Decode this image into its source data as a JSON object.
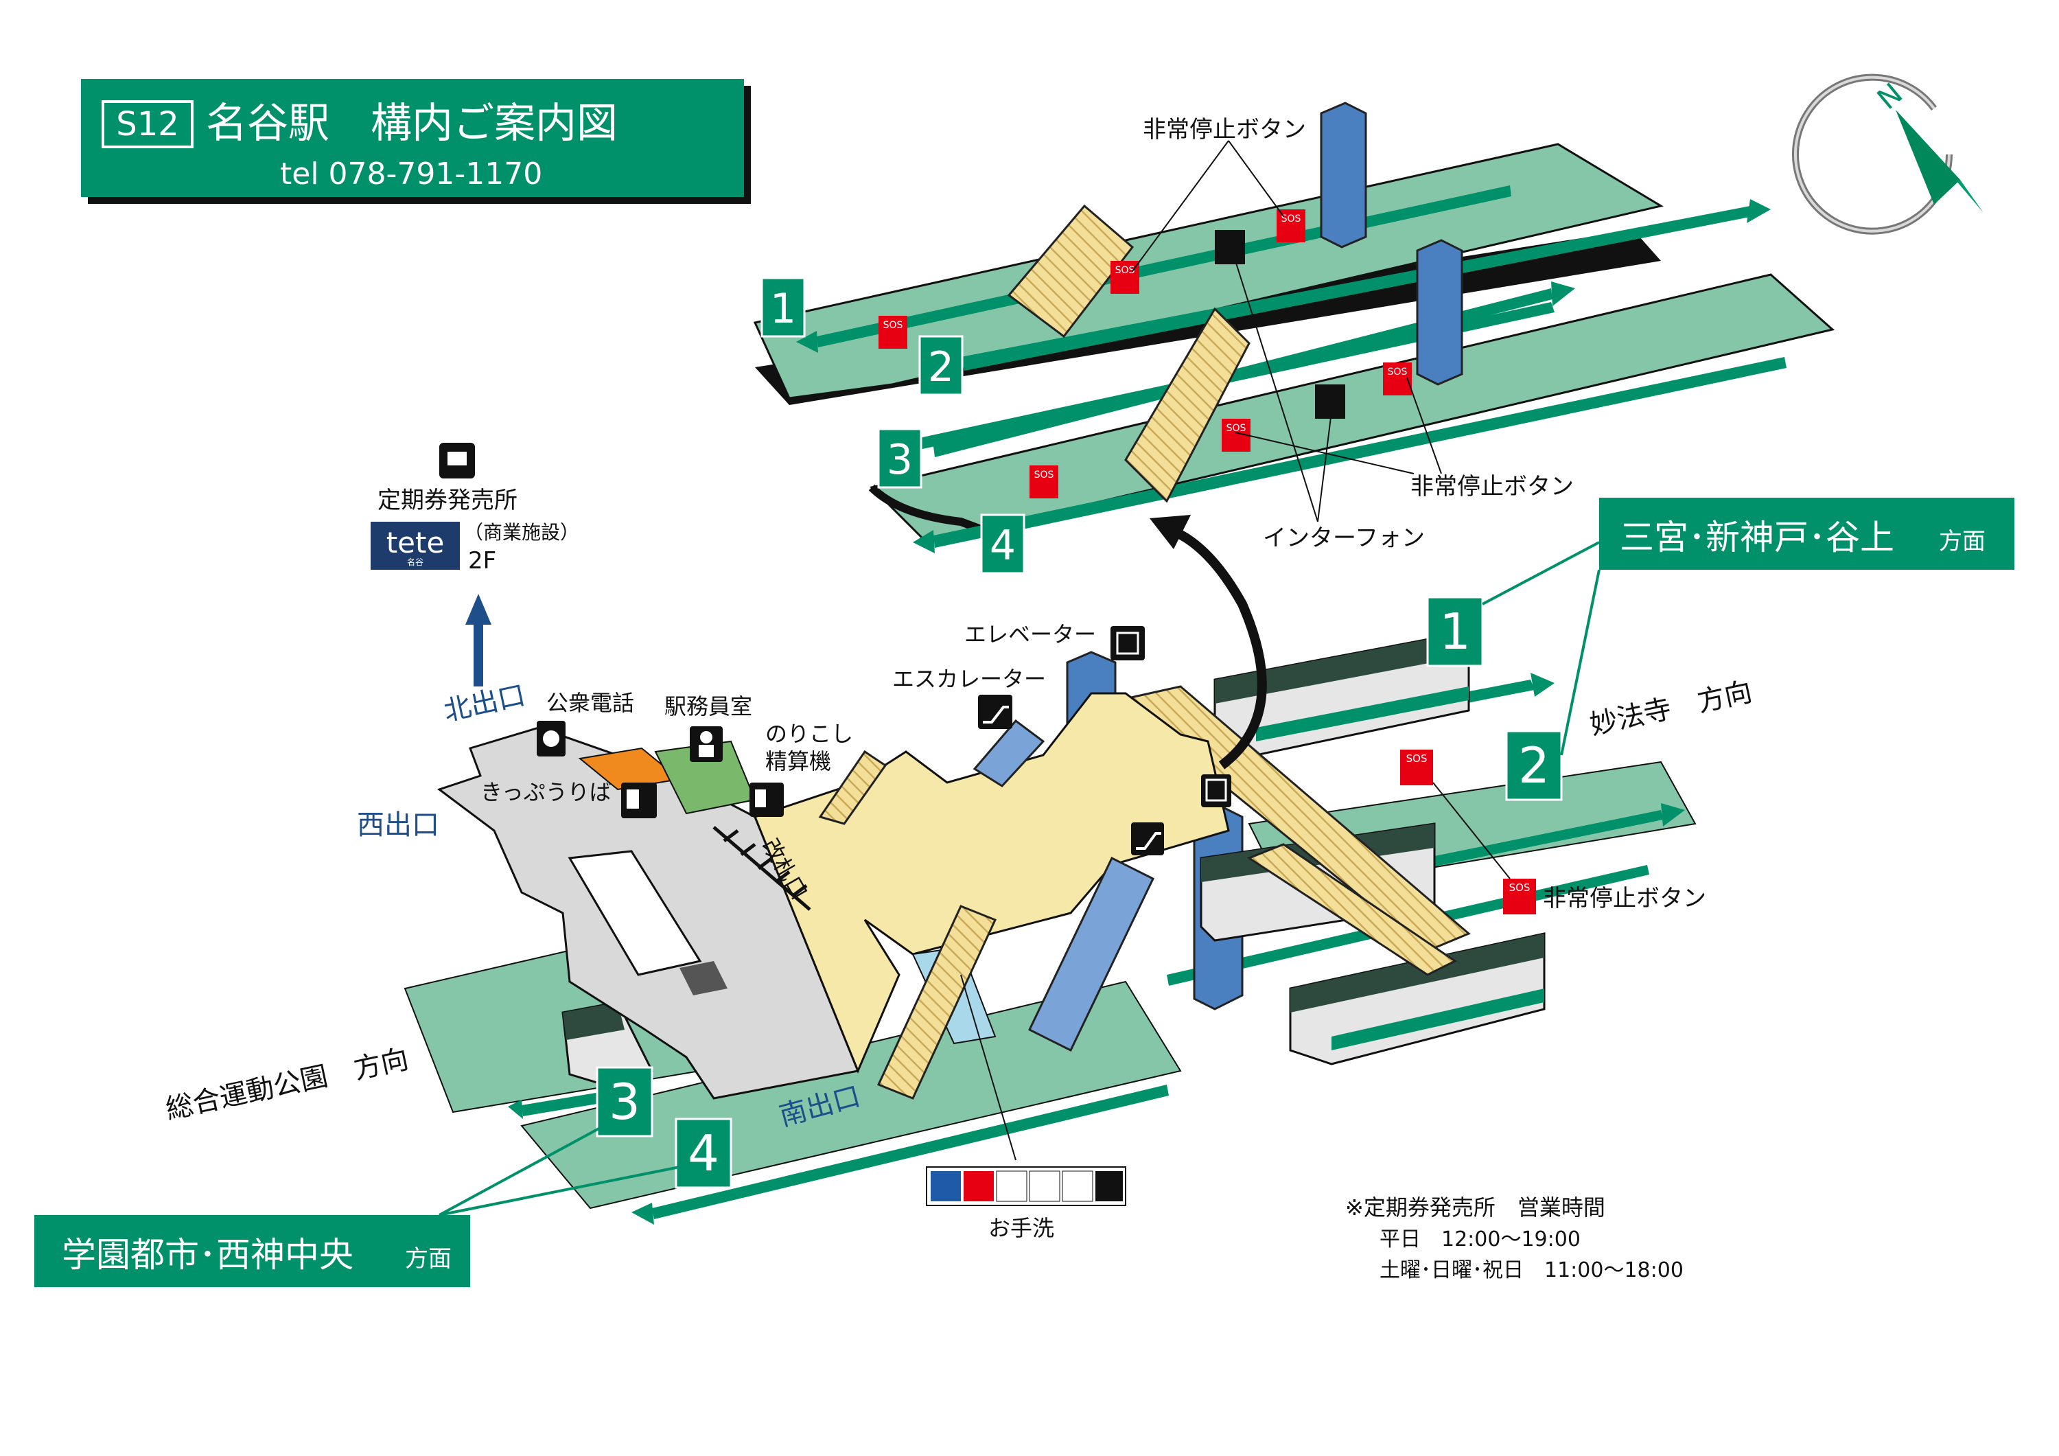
{
  "header": {
    "station_code": "S12",
    "title": "名谷駅　構内ご案内図",
    "tel": "tel 078-791-1170"
  },
  "compass": {
    "north": "N"
  },
  "platforms": {
    "track_1": "1",
    "track_2": "2",
    "track_3": "3",
    "track_4": "4"
  },
  "upper_labels": {
    "emergency_top": "非常停止ボタン",
    "emergency_mid": "非常停止ボタン",
    "intercom": "インターフォン"
  },
  "destinations": {
    "east_box": "三宮･新神戸･谷上",
    "east_suffix": "方面",
    "west_box": "学園都市･西神中央",
    "west_suffix": "方面",
    "east_direction": "妙法寺　方向",
    "west_direction": "総合運動公園　方向"
  },
  "facilities": {
    "teiki_office": "定期券発売所",
    "tete_logo": "tete",
    "tete_logo_small": "名谷",
    "tete_note": "（商業施設）",
    "tete_floor": "2F",
    "north_exit": "北出口",
    "west_exit": "西出口",
    "south_exit": "南出口",
    "public_phone": "公衆電話",
    "station_office": "駅務員室",
    "fare_adjust_1": "のりこし",
    "fare_adjust_2": "精算機",
    "ticket_area": "きっぷうりば",
    "ticket_gate": "改札口",
    "elevator": "エレベーター",
    "escalator": "エスカレーター",
    "emergency_low": "非常停止ボタン",
    "toilet": "お手洗"
  },
  "sos": "SOS",
  "notes": {
    "line1": "※定期券発売所　営業時間",
    "line2": "平日　12:00〜19:00",
    "line3": "土曜･日曜･祝日　11:00〜18:00"
  },
  "colors": {
    "header_green": "#00906a",
    "platform_green": "#85c6a9",
    "concourse_yellow": "#f5e8a9",
    "exit_blue": "#1e4f8a",
    "sos_red": "#e60012",
    "elevator_blue": "#4a7fc0"
  },
  "icons": [
    "compass-icon",
    "phone-icon",
    "staff-icon",
    "ticket-machine-icon",
    "fare-adjust-icon",
    "elevator-icon",
    "escalator-icon",
    "sos-icon",
    "intercom-icon",
    "toilet-icons",
    "pass-office-icon"
  ]
}
